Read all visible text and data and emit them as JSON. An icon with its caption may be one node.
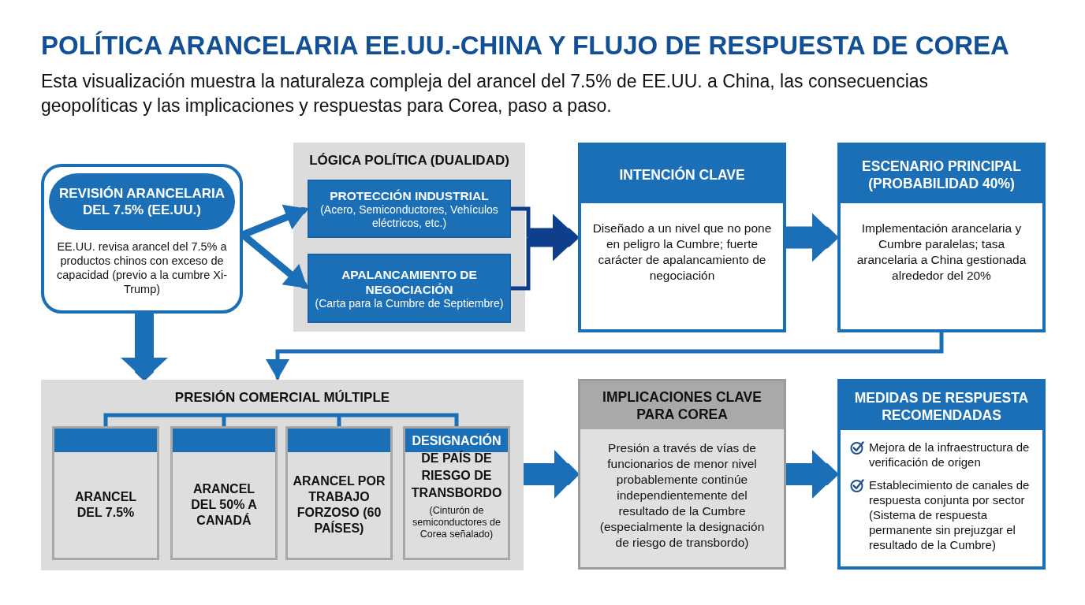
{
  "diagram": {
    "title": "POLÍTICA ARANCELARIA EE.UU.-CHINA Y FLUJO DE RESPUESTA DE COREA",
    "caption": "Esta visualización muestra la naturaleza compleja del arancel del 7.5% de EE.UU. a China, las consecuencias geopolíticas y las implicaciones y respuestas para Corea, paso a paso.",
    "nodes": [
      {
        "text": [
          "REVISIÓN ARANCELARIA DEL 7.5% (EE.UU.)",
          "EE.UU. revisa arancel del 7.5% a productos chinos con exceso de capacidad (previo a la cumbre Xi-Trump)"
        ]
      },
      {
        "text": [
          "LÓGICA POLÍTICA (DUALIDAD)"
        ]
      },
      {
        "text": [
          "PROTECCIÓN INDUSTRIAL",
          "(Acero, Semiconductores, Vehículos eléctricos, etc.)"
        ],
        "in": 1
      },
      {
        "text": [
          "APALANCAMIENTO DE NEGOCIACIÓN",
          "(Carta para la Cumbre de Septiembre)"
        ],
        "in": 1
      },
      {
        "text": [
          "INTENCIÓN CLAVE",
          "Diseñado a un nivel que no pone en peligro la Cumbre; fuerte carácter de apalancamiento de negociación"
        ]
      },
      {
        "text": [
          "ESCENARIO PRINCIPAL (PROBABILIDAD 40%)",
          "Implementación arancelaria y Cumbre paralelas; tasa arancelaria a China gestionada alrededor del 20%"
        ]
      },
      {
        "text": [
          "PRESIÓN COMERCIAL MÚLTIPLE"
        ]
      },
      {
        "text": [
          "ARANCEL DEL 7.5%"
        ],
        "in": 6
      },
      {
        "text": [
          "ARANCEL DEL 50% A CANADÁ"
        ],
        "in": 6
      },
      {
        "text": [
          "ARANCEL POR TRABAJO FORZOSO (60 PAÍSES)"
        ],
        "in": 6
      },
      {
        "text": [
          "DESIGNACIÓN DE PAÍS DE RIESGO DE TRANSBORDO",
          "(Cinturón de semiconductores de Corea señalado)"
        ],
        "in": 6
      },
      {
        "text": [
          "IMPLICACIONES CLAVE PARA COREA",
          "Presión a través de vías de funcionarios de menor nivel probablemente continúe independientemente del resultado de la Cumbre (especialmente la designación de riesgo de transbordo)"
        ]
      },
      {
        "text": [
          "MEDIDAS DE RESPUESTA RECOMENDADAS",
          "Mejora de la infraestructura de verificación de origen",
          "Establecimiento de canales de respuesta conjunta por sector (Sistema de respuesta permanente sin prejuzgar el resultado de la Cumbre)"
        ]
      }
    ],
    "edges": [
      {
        "from": 0,
        "to": 2,
        "arrow": "to"
      },
      {
        "from": 0,
        "to": 3,
        "arrow": "to"
      },
      {
        "from": 2,
        "to": 4,
        "arrow": "to",
        "color": "#0f3f8c"
      },
      {
        "from": 3,
        "to": 4,
        "arrow": "to",
        "color": "#0f3f8c"
      },
      {
        "from": 4,
        "to": 5,
        "arrow": "to"
      },
      {
        "from": 5,
        "to": 6,
        "arrow": "to"
      },
      {
        "from": 0,
        "to": 6,
        "arrow": "to"
      },
      {
        "from": 6,
        "to": 11,
        "arrow": "to"
      },
      {
        "from": 11,
        "to": 12,
        "arrow": "to"
      }
    ]
  }
}
